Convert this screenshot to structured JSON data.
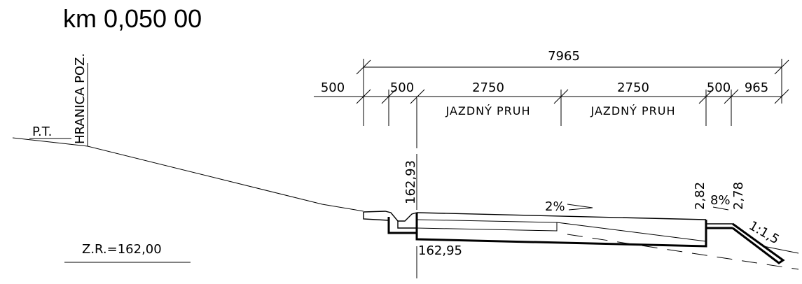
{
  "title": "km 0,050 00",
  "dimensions": {
    "total": "7965",
    "d1": "500",
    "d2": "500",
    "d3": "2750",
    "d4": "2750",
    "d5": "500",
    "d6": "965"
  },
  "lanes": {
    "lane1": "JAZDNÝ PRUH",
    "lane2": "JAZDNÝ PRUH"
  },
  "labels": {
    "terrain": "P.T.",
    "boundary": "HRANICA POZ.",
    "reference_level": "Z.R.=162,00",
    "axis_top_elev": "162,93",
    "axis_bottom_elev": "162,95",
    "crossfall": "2%",
    "shoulder_elev_left": "2,82",
    "shoulder_slope": "8%",
    "shoulder_elev_right": "2,78",
    "embankment_slope": "1:1,5"
  }
}
